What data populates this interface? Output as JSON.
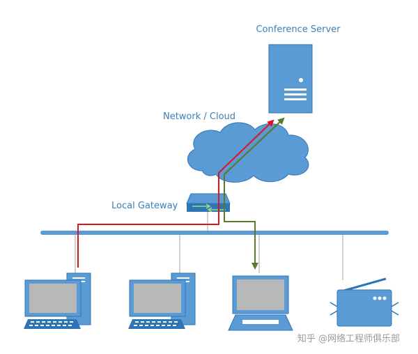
{
  "labels": {
    "server": "Conference Server",
    "cloud": "Network / Cloud",
    "gateway": "Local Gateway"
  },
  "watermark": "知乎 @网络工程师俱乐部",
  "colors": {
    "device_fill": "#5b9bd5",
    "device_dark": "#2e75b6",
    "screen": "#b8b8b8",
    "bus": "#5b9bd5",
    "drop_lines": "#b0b0b0",
    "path_red": "#e0141e",
    "path_green": "#5a7a2a",
    "label_text": "#3c7fb6"
  },
  "devices": [
    {
      "type": "desktop",
      "name": "desktop-1"
    },
    {
      "type": "desktop",
      "name": "desktop-2"
    },
    {
      "type": "laptop",
      "name": "laptop"
    },
    {
      "type": "printer",
      "name": "printer"
    }
  ]
}
